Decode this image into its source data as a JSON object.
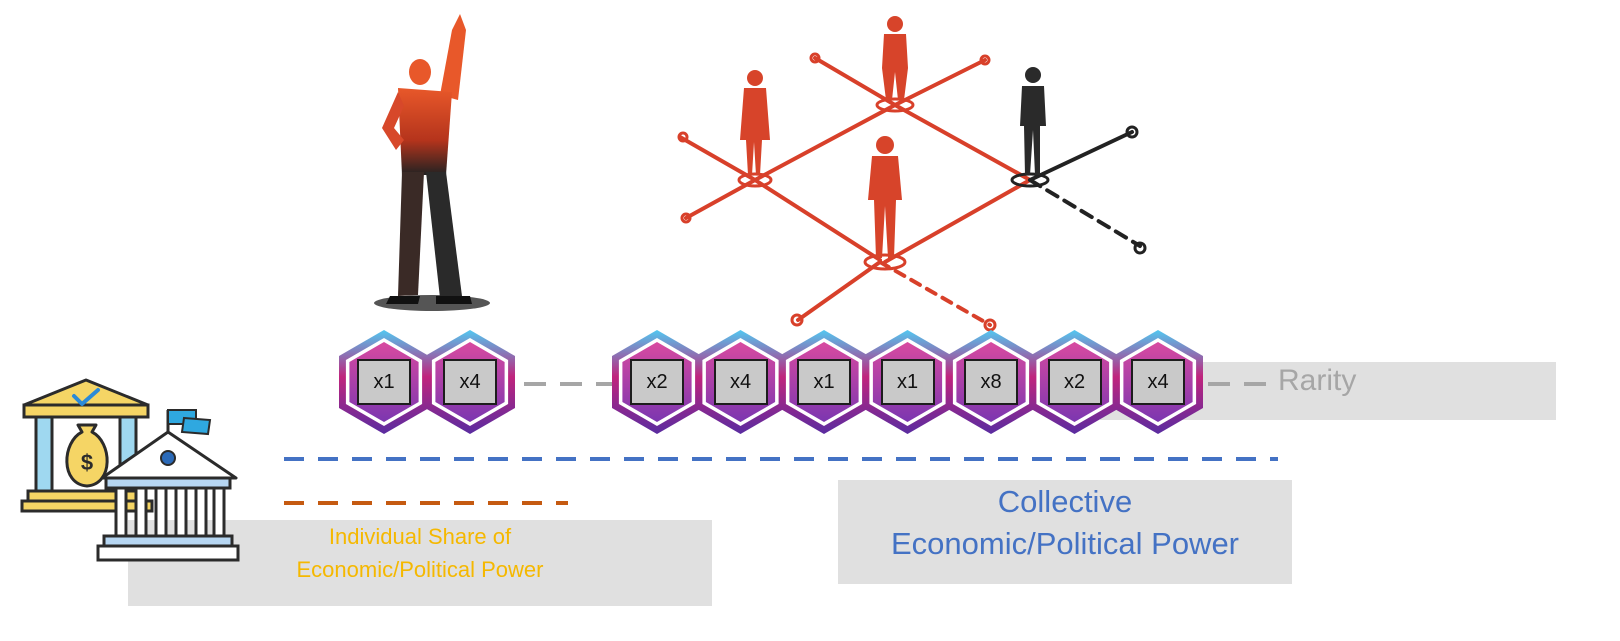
{
  "colors": {
    "gold": "#f5b800",
    "blue": "#4472c4",
    "orange": "#c55a11",
    "gray_dash": "#a6a6a6",
    "rarity_text": "#a6a6a6",
    "panel": "#e0e0e0",
    "hex_cyan": "#52c7f0",
    "hex_magenta": "#c0247d",
    "hex_purple": "#5a2ca0",
    "figure_orange": "#e55a2b",
    "figure_dark": "#1f1f1f"
  },
  "icons": {
    "bank": "bank-building-icon",
    "school": "school-building-icon",
    "flag": "flag-icon",
    "money_bag": "money-bag-icon",
    "checkmark": "checkmark-icon",
    "individual": "raised-fist-person-icon",
    "network": "people-network-icon"
  },
  "tokens": {
    "individual": [
      {
        "label": "x1"
      },
      {
        "label": "x4"
      }
    ],
    "collective": [
      {
        "label": "x2"
      },
      {
        "label": "x4"
      },
      {
        "label": "x1"
      },
      {
        "label": "x1"
      },
      {
        "label": "x8"
      },
      {
        "label": "x2"
      },
      {
        "label": "x4"
      }
    ]
  },
  "labels": {
    "rarity": "Rarity",
    "individual_line1": "Individual Share of",
    "individual_line2": "Economic/Political Power",
    "collective_line1": "Collective",
    "collective_line2": "Economic/Political Power"
  }
}
